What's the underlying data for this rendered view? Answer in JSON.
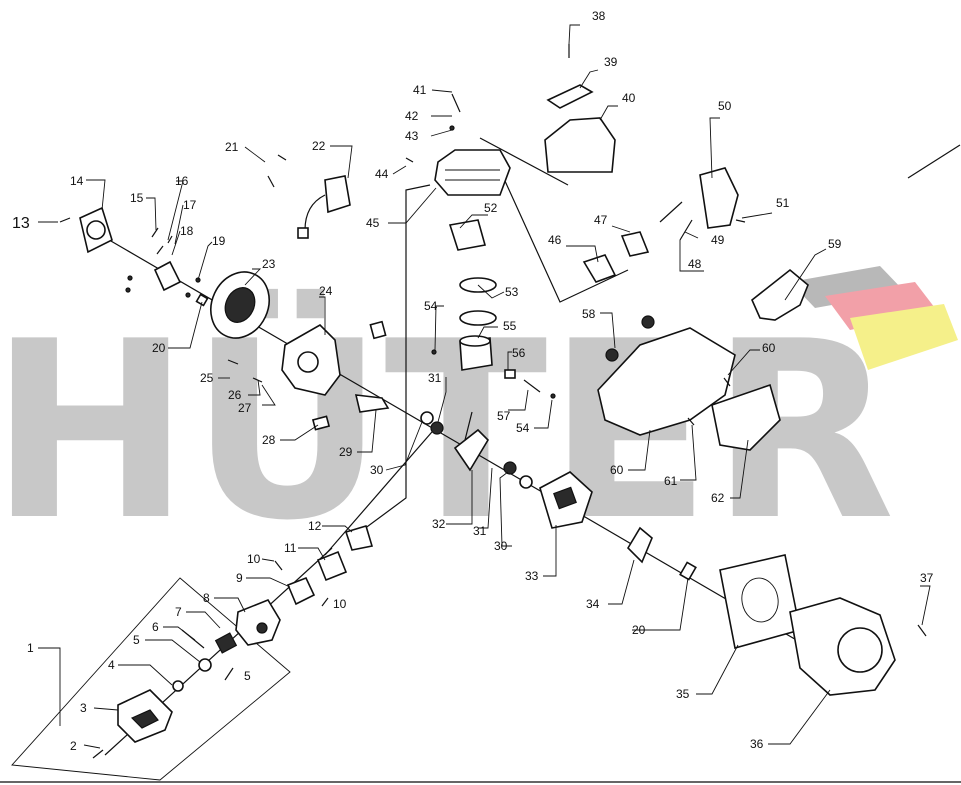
{
  "watermark": {
    "text": "HÜTER",
    "color": "#c4c4c4",
    "stripe_colors": [
      "#b8b8b8",
      "#f2a0a8",
      "#f5f08a"
    ]
  },
  "callouts": [
    {
      "id": "c1",
      "label": "1"
    },
    {
      "id": "c2",
      "label": "2"
    },
    {
      "id": "c3",
      "label": "3"
    },
    {
      "id": "c4",
      "label": "4"
    },
    {
      "id": "c5a",
      "label": "5"
    },
    {
      "id": "c5b",
      "label": "5"
    },
    {
      "id": "c6",
      "label": "6"
    },
    {
      "id": "c7",
      "label": "7"
    },
    {
      "id": "c8",
      "label": "8"
    },
    {
      "id": "c9",
      "label": "9"
    },
    {
      "id": "c10a",
      "label": "10"
    },
    {
      "id": "c10b",
      "label": "10"
    },
    {
      "id": "c11",
      "label": "11"
    },
    {
      "id": "c12",
      "label": "12"
    },
    {
      "id": "c13",
      "label": "13"
    },
    {
      "id": "c14",
      "label": "14"
    },
    {
      "id": "c15",
      "label": "15"
    },
    {
      "id": "c16",
      "label": "16"
    },
    {
      "id": "c17",
      "label": "17"
    },
    {
      "id": "c18",
      "label": "18"
    },
    {
      "id": "c19",
      "label": "19"
    },
    {
      "id": "c20a",
      "label": "20"
    },
    {
      "id": "c20b",
      "label": "20"
    },
    {
      "id": "c21",
      "label": "21"
    },
    {
      "id": "c22",
      "label": "22"
    },
    {
      "id": "c23",
      "label": "23"
    },
    {
      "id": "c24",
      "label": "24"
    },
    {
      "id": "c25",
      "label": "25"
    },
    {
      "id": "c26",
      "label": "26"
    },
    {
      "id": "c27",
      "label": "27"
    },
    {
      "id": "c28",
      "label": "28"
    },
    {
      "id": "c29",
      "label": "29"
    },
    {
      "id": "c30a",
      "label": "30"
    },
    {
      "id": "c30b",
      "label": "30"
    },
    {
      "id": "c31a",
      "label": "31"
    },
    {
      "id": "c31b",
      "label": "31"
    },
    {
      "id": "c32",
      "label": "32"
    },
    {
      "id": "c33",
      "label": "33"
    },
    {
      "id": "c34",
      "label": "34"
    },
    {
      "id": "c35",
      "label": "35"
    },
    {
      "id": "c36",
      "label": "36"
    },
    {
      "id": "c37",
      "label": "37"
    },
    {
      "id": "c38",
      "label": "38"
    },
    {
      "id": "c39",
      "label": "39"
    },
    {
      "id": "c40",
      "label": "40"
    },
    {
      "id": "c41",
      "label": "41"
    },
    {
      "id": "c42",
      "label": "42"
    },
    {
      "id": "c43",
      "label": "43"
    },
    {
      "id": "c44",
      "label": "44"
    },
    {
      "id": "c45",
      "label": "45"
    },
    {
      "id": "c46",
      "label": "46"
    },
    {
      "id": "c47",
      "label": "47"
    },
    {
      "id": "c48",
      "label": "48"
    },
    {
      "id": "c49",
      "label": "49"
    },
    {
      "id": "c50",
      "label": "50"
    },
    {
      "id": "c51",
      "label": "51"
    },
    {
      "id": "c52",
      "label": "52"
    },
    {
      "id": "c53",
      "label": "53"
    },
    {
      "id": "c54a",
      "label": "54"
    },
    {
      "id": "c54b",
      "label": "54"
    },
    {
      "id": "c55",
      "label": "55"
    },
    {
      "id": "c56",
      "label": "56"
    },
    {
      "id": "c57",
      "label": "57"
    },
    {
      "id": "c58",
      "label": "58"
    },
    {
      "id": "c59",
      "label": "59"
    },
    {
      "id": "c60a",
      "label": "60"
    },
    {
      "id": "c60b",
      "label": "60"
    },
    {
      "id": "c61",
      "label": "61"
    },
    {
      "id": "c62",
      "label": "62"
    }
  ]
}
